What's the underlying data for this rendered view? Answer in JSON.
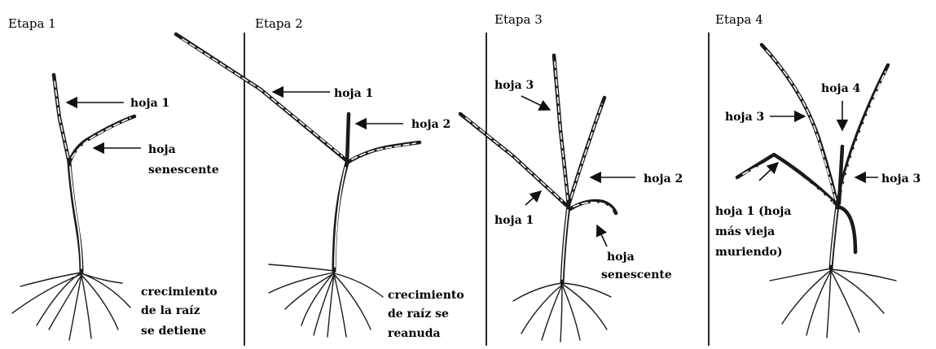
{
  "colors": {
    "ink": "#111111",
    "background": "#ffffff"
  },
  "stages": [
    {
      "title": "Etapa 1",
      "labels": {
        "hoja1": "hoja 1",
        "senescente_1": "hoja",
        "senescente_2": "senescente",
        "raiz_1": "crecimiento",
        "raiz_2": "de la raíz",
        "raiz_3": "se detiene"
      }
    },
    {
      "title": "Etapa 2",
      "labels": {
        "hoja1": "hoja 1",
        "hoja2": "hoja 2",
        "raiz_1": "crecimiento",
        "raiz_2": "de raíz se",
        "raiz_3": "reanuda"
      }
    },
    {
      "title": "Etapa 3",
      "labels": {
        "hoja3": "hoja 3",
        "hoja2": "hoja 2",
        "hoja1": "hoja 1",
        "senescente_1": "hoja",
        "senescente_2": "senescente"
      }
    },
    {
      "title": "Etapa 4",
      "labels": {
        "hoja3": "hoja 3",
        "hoja4": "hoja 4",
        "hoja3b": "hoja 3",
        "vieja_1": "hoja 1 (hoja",
        "vieja_2": "más vieja",
        "vieja_3": "muriendo)"
      }
    }
  ]
}
